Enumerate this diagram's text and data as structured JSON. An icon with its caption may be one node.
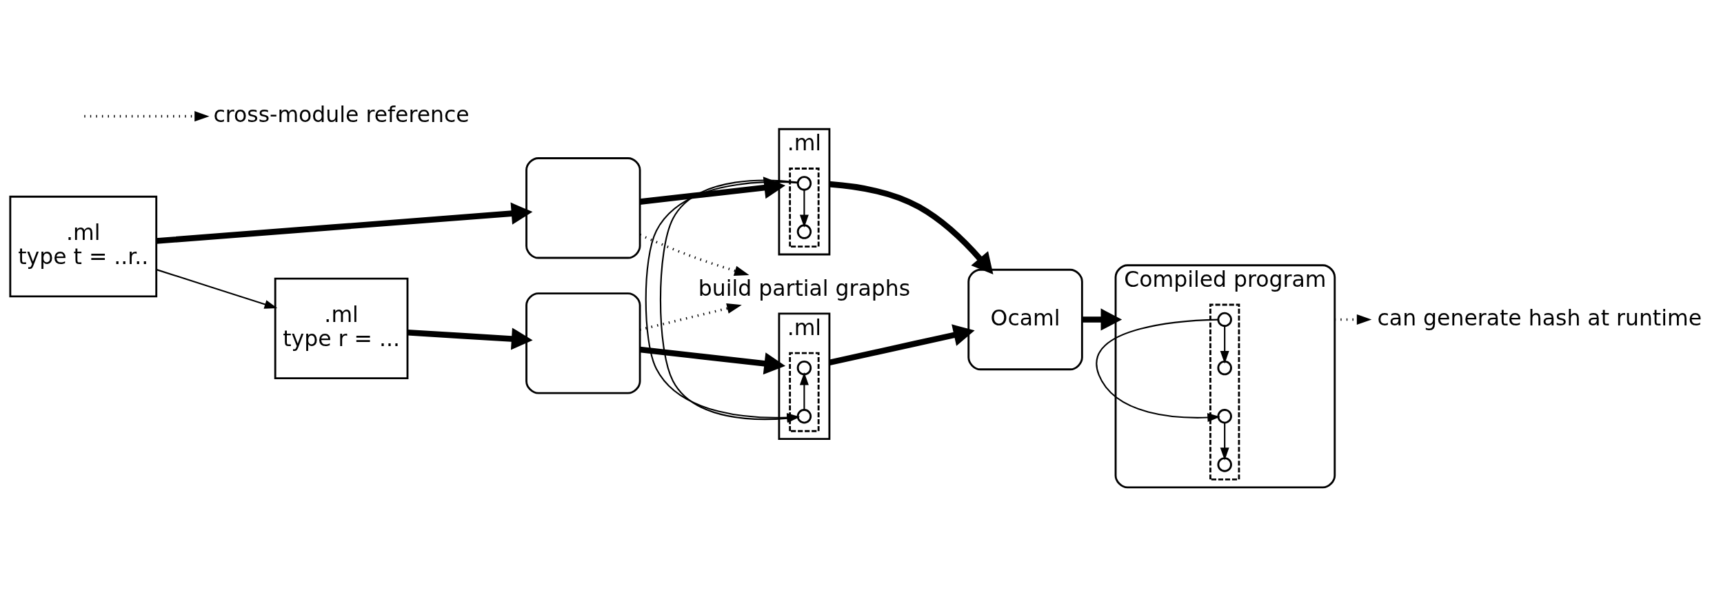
{
  "diagram": {
    "nodes": [
      {
        "text": [
          ".ml",
          "type t = ..r.."
        ]
      },
      {
        "text": [],
        "shape": "box"
      },
      {
        "text": [
          ".ml"
        ]
      },
      {
        "text": [],
        "shape": "box",
        "in": 2
      },
      {
        "text": [],
        "shape": "circle",
        "in": 3
      },
      {
        "text": [],
        "shape": "circle",
        "in": 3
      },
      {
        "text": [
          "Ocaml"
        ]
      },
      {
        "text": [
          "Compiled program"
        ]
      },
      {
        "text": [],
        "shape": "box",
        "in": 7
      },
      {
        "text": [],
        "shape": "circle",
        "in": 8
      },
      {
        "text": [],
        "shape": "circle",
        "in": 8
      },
      {
        "text": [],
        "shape": "circle",
        "in": 8
      },
      {
        "text": [],
        "shape": "circle",
        "in": 8
      },
      {
        "text": [
          "build partial graphs"
        ]
      },
      {
        "text": [
          "cross-module reference"
        ]
      },
      {
        "text": [
          "can generate hash at runtime"
        ]
      },
      {
        "text": [
          ".ml",
          "type r = ..."
        ]
      },
      {
        "text": [],
        "shape": "box"
      },
      {
        "text": [
          ".ml"
        ]
      },
      {
        "text": [],
        "shape": "box",
        "in": 18
      },
      {
        "text": [],
        "shape": "circle",
        "in": 19
      },
      {
        "text": [],
        "shape": "circle",
        "in": 19
      }
    ],
    "edges": [
      {
        "from": 0,
        "to": 1,
        "arrow": "to",
        "style": "thick"
      },
      {
        "from": 1,
        "to": 2,
        "arrow": "to",
        "style": "thick"
      },
      {
        "from": 2,
        "to": 6,
        "arrow": "to",
        "style": "thick"
      },
      {
        "from": 6,
        "to": 7,
        "arrow": "to",
        "style": "thick"
      },
      {
        "from": 4,
        "to": 5,
        "arrow": "to"
      },
      {
        "from": 9,
        "to": 10,
        "arrow": "to"
      },
      {
        "from": 9,
        "to": 11,
        "arrow": "to"
      },
      {
        "from": 11,
        "to": 12,
        "arrow": "to"
      },
      {
        "from": 0,
        "to": 16,
        "arrow": "to"
      },
      {
        "from": 1,
        "to": 13,
        "arrow": "to",
        "style": "dashed"
      },
      {
        "from": 4,
        "to": 21,
        "arrow": "to"
      },
      {
        "from": null,
        "to": 14,
        "arrow": "to",
        "style": "dashed"
      },
      {
        "from": 7,
        "to": 15,
        "arrow": "to",
        "style": "dashed"
      },
      {
        "from": 16,
        "to": 17,
        "arrow": "to",
        "style": "thick"
      },
      {
        "from": 17,
        "to": 18,
        "arrow": "to",
        "style": "thick"
      },
      {
        "from": 17,
        "to": 13,
        "arrow": "to",
        "style": "dashed"
      },
      {
        "from": 21,
        "to": 20,
        "arrow": "to"
      },
      {
        "from": 18,
        "to": 6,
        "arrow": "to",
        "style": "thick"
      }
    ]
  }
}
